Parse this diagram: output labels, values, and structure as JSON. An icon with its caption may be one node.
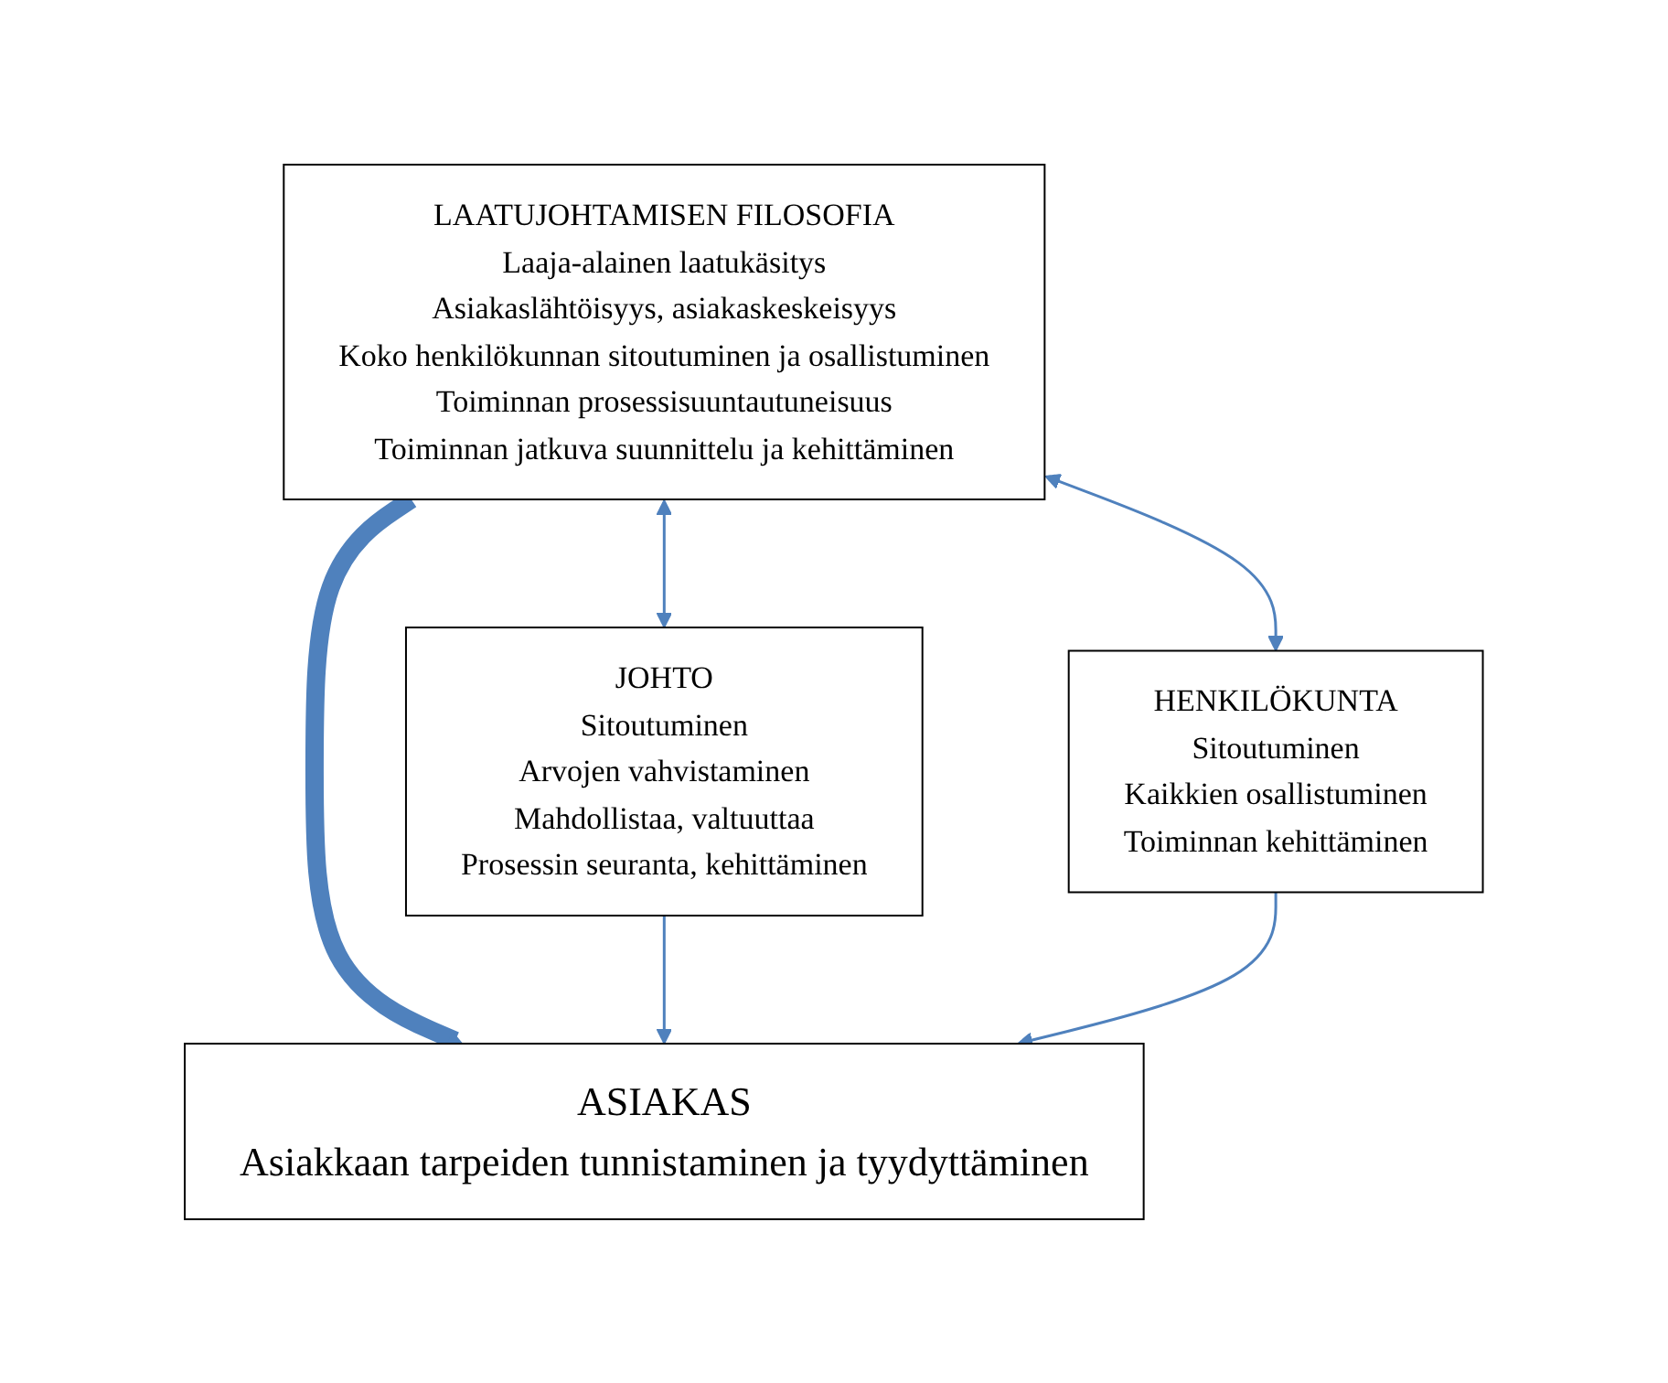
{
  "diagram": {
    "nodes": [
      {
        "text": [
          "LAATUJOHTAMISEN FILOSOFIA",
          "Laaja-alainen laatukäsitys",
          "Asiakaslähtöisyys, asiakaskeskeisyys",
          "Koko henkilökunnan sitoutuminen ja osallistuminen",
          "Toiminnan prosessisuuntautuneisuus",
          "Toiminnan jatkuva suunnittelu ja kehittäminen"
        ]
      },
      {
        "text": [
          "JOHTO",
          "Sitoutuminen",
          "Arvojen vahvistaminen",
          "Mahdollistaa, valtuuttaa",
          "Prosessin seuranta, kehittäminen"
        ]
      },
      {
        "text": [
          "HENKILÖKUNTA",
          "Sitoutuminen",
          "Kaikkien osallistuminen",
          "Toiminnan kehittäminen"
        ]
      },
      {
        "text": [
          "ASIAKAS",
          "Asiakkaan tarpeiden tunnistaminen ja tyydyttäminen"
        ]
      }
    ],
    "edges": [
      {
        "from": 0,
        "to": 1,
        "arrow": "both"
      },
      {
        "from": 0,
        "to": 2,
        "arrow": "both"
      },
      {
        "from": 0,
        "to": 3,
        "arrow": "to",
        "style": "thick"
      },
      {
        "from": 1,
        "to": 3,
        "arrow": "to"
      },
      {
        "from": 2,
        "to": 3,
        "arrow": "to"
      }
    ]
  }
}
